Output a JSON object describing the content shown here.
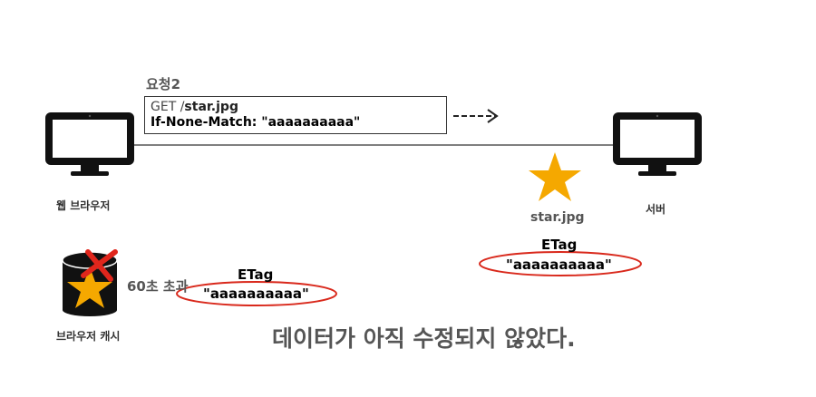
{
  "request": {
    "title": "요청2",
    "method": "GET /",
    "path": "star.jpg",
    "header": "If-None-Match: \"aaaaaaaaaa\""
  },
  "client": {
    "label": "웹 브라우저"
  },
  "server": {
    "label": "서버",
    "resource": "star.jpg"
  },
  "server_etag": {
    "title": "ETag",
    "value": "\"aaaaaaaaaa\""
  },
  "cache": {
    "label": "브라우저 캐시",
    "expired_text": "60초 초과",
    "etag_title": "ETag",
    "etag_value": "\"aaaaaaaaaa\""
  },
  "message": "데이터가 아직 수정되지 않았다.",
  "colors": {
    "star": "#F5A800",
    "highlight": "#D9291C",
    "monitor": "#111111"
  }
}
